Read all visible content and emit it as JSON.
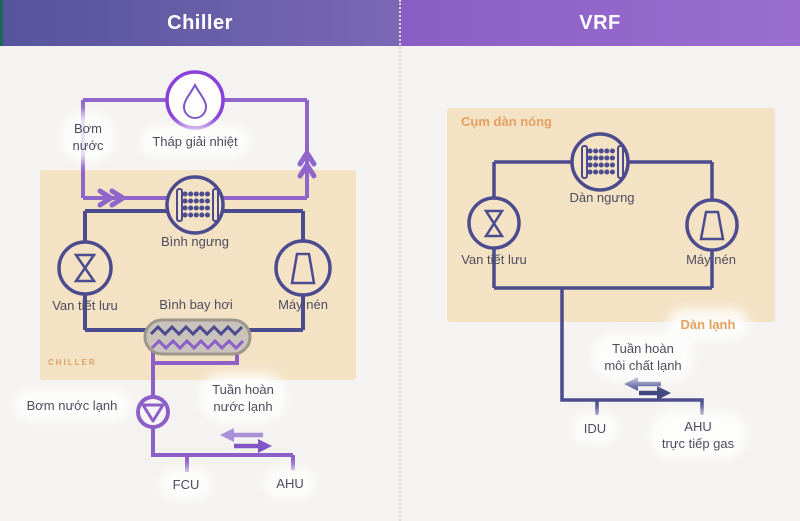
{
  "colors": {
    "chiller_header": "#5a589d",
    "vrf_header": "#9065c8",
    "teal_edge": "#17685a",
    "background": "#f4f3f1",
    "panel_beige": "#f4e2c5",
    "navy_refrigerant_line": "#4b4b8e",
    "purple_water_loop": "#9166cb",
    "purple_vivid_circle": "#8a41d8",
    "purple_chilled_loop": "#8c5fc9",
    "orange_label": "#e3a05f",
    "label_text": "#4d4d5f",
    "evaporator_fill": "#c9c3bb",
    "evaporator_border": "#9d9789"
  },
  "chiller": {
    "title": "Chiller",
    "cooling_tower": "Tháp giải nhiệt",
    "water_pump_line1": "Bơm",
    "water_pump_line2": "nước",
    "condenser": "Bình ngưng",
    "expansion_valve": "Van tiết lưu",
    "evaporator": "Bình bay hơi",
    "compressor": "Máy nén",
    "chiller_tag": "CHILLER",
    "chilled_water_pump": "Bơm nước lạnh",
    "circulation_line1": "Tuần hoàn",
    "circulation_line2": "nước lạnh",
    "fcu": "FCU",
    "ahu": "AHU"
  },
  "vrf": {
    "title": "VRF",
    "outdoor_box": "Cụm dàn nóng",
    "condenser": "Dàn ngưng",
    "expansion_valve": "Van tiết lưu",
    "compressor": "Máy nén",
    "indoor_box": "Dàn lạnh",
    "circulation_line1": "Tuần hoàn",
    "circulation_line2": "môi chất lạnh",
    "idu": "IDU",
    "ahu_line1": "AHU",
    "ahu_line2": "trực tiếp gas"
  }
}
